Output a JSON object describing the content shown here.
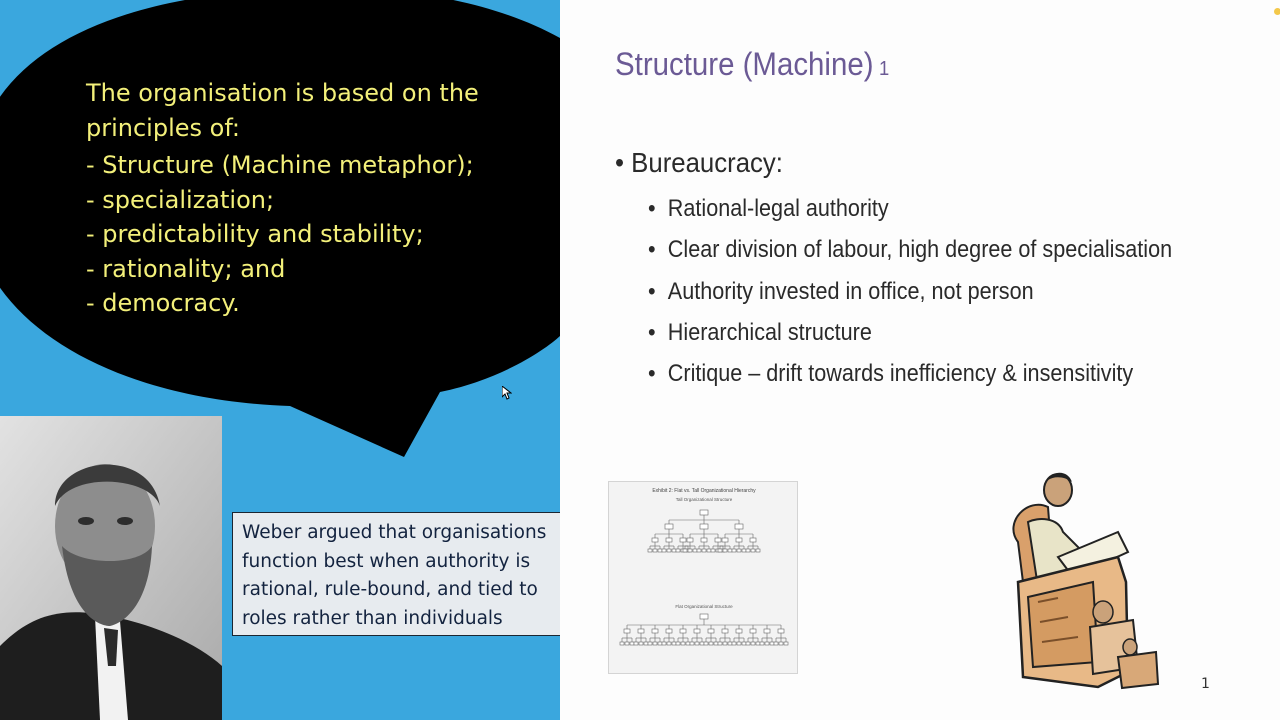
{
  "bubble": {
    "intro": "The organisation is based on the principles of:",
    "principles": [
      "- Structure (Machine metaphor);",
      "- specialization;",
      "- predictability and stability;",
      "- rationality; and",
      "- democracy."
    ]
  },
  "caption": {
    "text": "Weber argued that organisations function best when authority is rational, rule-bound, and tied to roles rather than individuals"
  },
  "slide": {
    "title": "Structure (Machine)",
    "title_sub": "1",
    "bullet_main": "Bureaucracy:",
    "bullet_marker": "•",
    "sub_bullets": [
      "Rational-legal authority",
      "Clear division of labour, high degree of specialisation",
      "Authority invested in office, not person",
      "Hierarchical structure",
      "Critique – drift towards inefficiency & insensitivity"
    ],
    "page_number": "1"
  },
  "org_chart": {
    "heading": "Exhibit 2: Flat vs. Tall Organizational Hierarchy",
    "tall_label": "Tall Organizational Structure",
    "flat_label": "Flat Organizational Structure"
  },
  "colors": {
    "left_background": "#3aa7de",
    "bubble_fill": "#000000",
    "bubble_text": "#f3f07a",
    "title_color": "#6b5a95"
  }
}
